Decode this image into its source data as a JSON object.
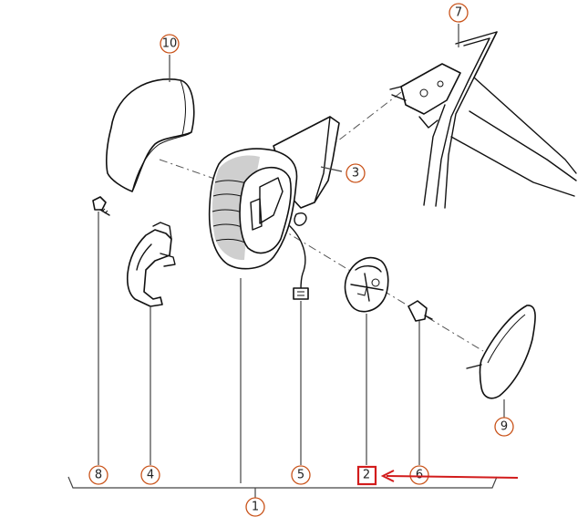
{
  "callouts": {
    "c1": "1",
    "c2": "2",
    "c3": "3",
    "c4": "4",
    "c5": "5",
    "c6": "6",
    "c7": "7",
    "c8": "8",
    "c9": "9",
    "c10": "10"
  },
  "colors": {
    "callout_ring": "#c9531a",
    "highlight": "#d21c1c",
    "line": "#111111"
  }
}
